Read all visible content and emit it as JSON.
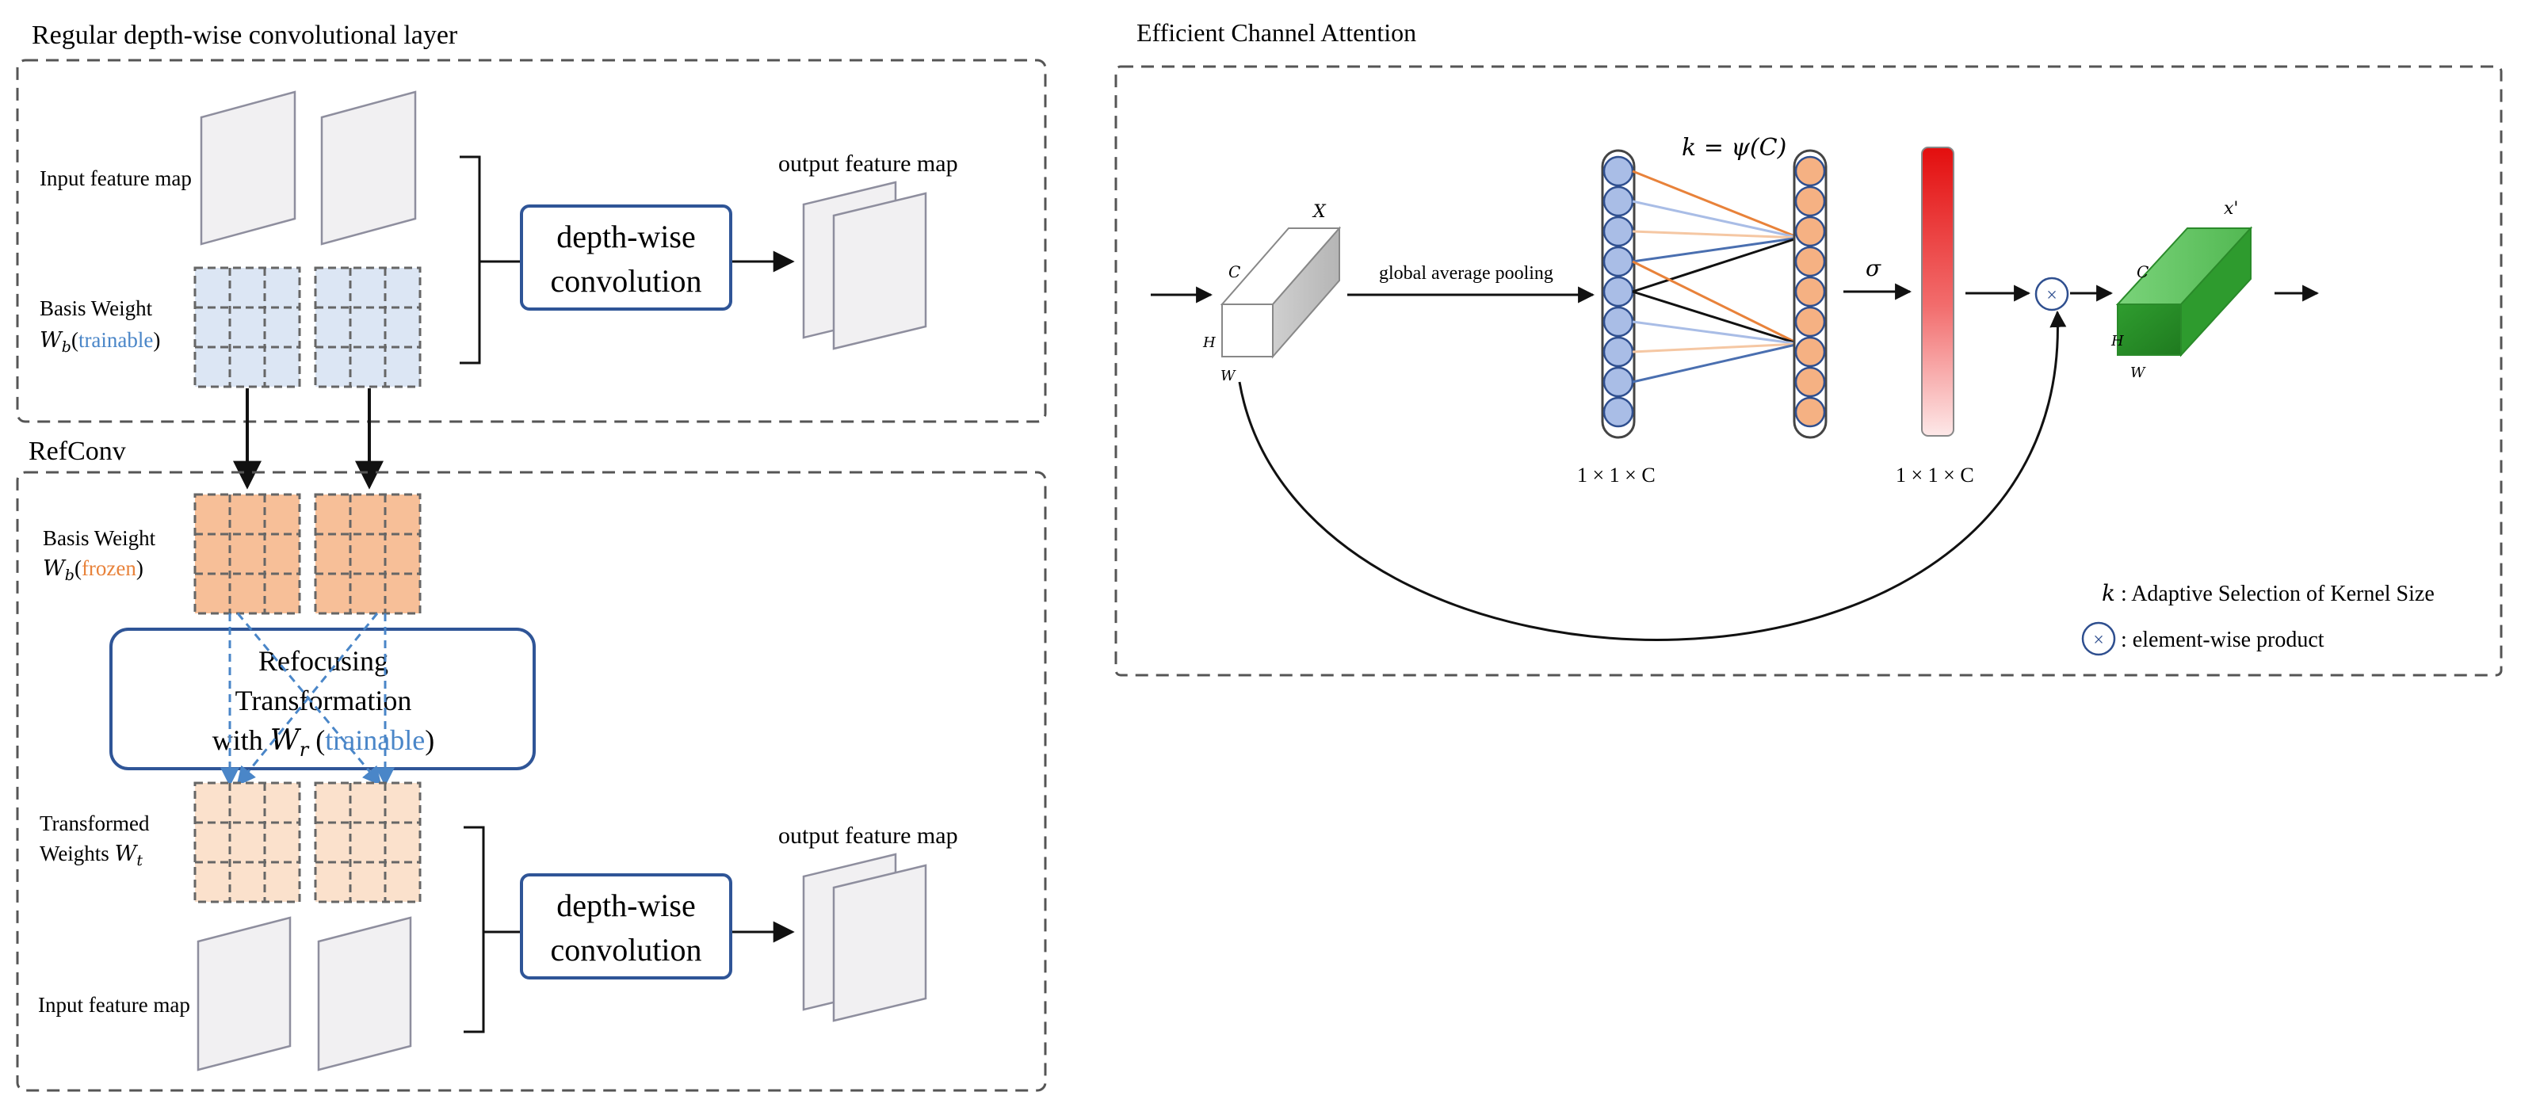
{
  "left_panel": {
    "regular_title": "Regular depth-wise convolutional layer",
    "input_feature_map": "Input feature map",
    "basis_weight": "Basis Weight",
    "wb_symbol": "W",
    "wb_sub": "b",
    "trainable": "trainable",
    "depthwise_line1": "depth-wise",
    "depthwise_line2": "convolution",
    "output_feature_map": "output feature map",
    "refconv_title": "RefConv",
    "frozen": "frozen",
    "refocus_line1": "Refocusing",
    "refocus_line2": "Transformation",
    "refocus_with": "with",
    "wr_symbol": "W",
    "wr_sub": "r",
    "transformed_weights_line1": "Transformed",
    "transformed_weights_line2": "Weights",
    "wt_symbol": "W",
    "wt_sub": "t"
  },
  "right_panel": {
    "eca_title": "Efficient Channel Attention",
    "x_label": "X",
    "c_label": "C",
    "h_label": "H",
    "w_label": "W",
    "gap_label": "global average pooling",
    "k_formula": "k = ψ(C)",
    "sigma": "σ",
    "dim_label_1": "1 × 1 × C",
    "dim_label_2": "1 × 1 × C",
    "x_prime_label": "x'",
    "legend_k_symbol": "k",
    "legend_k_text": ": Adaptive Selection of Kernel Size",
    "legend_product_text": ": element-wise product",
    "otimes": "×"
  },
  "colors": {
    "grid_blue": "#dce6f4",
    "grid_orange": "#f7bf98",
    "grid_light_orange": "#fbe1cc",
    "box_border": "#2f5597",
    "accent_blue": "#4a86c8",
    "accent_orange": "#e8823a",
    "node_blue": "#a9bde6",
    "node_orange": "#f5b183",
    "green": "#3fb13f",
    "red": "#e30e0e"
  }
}
